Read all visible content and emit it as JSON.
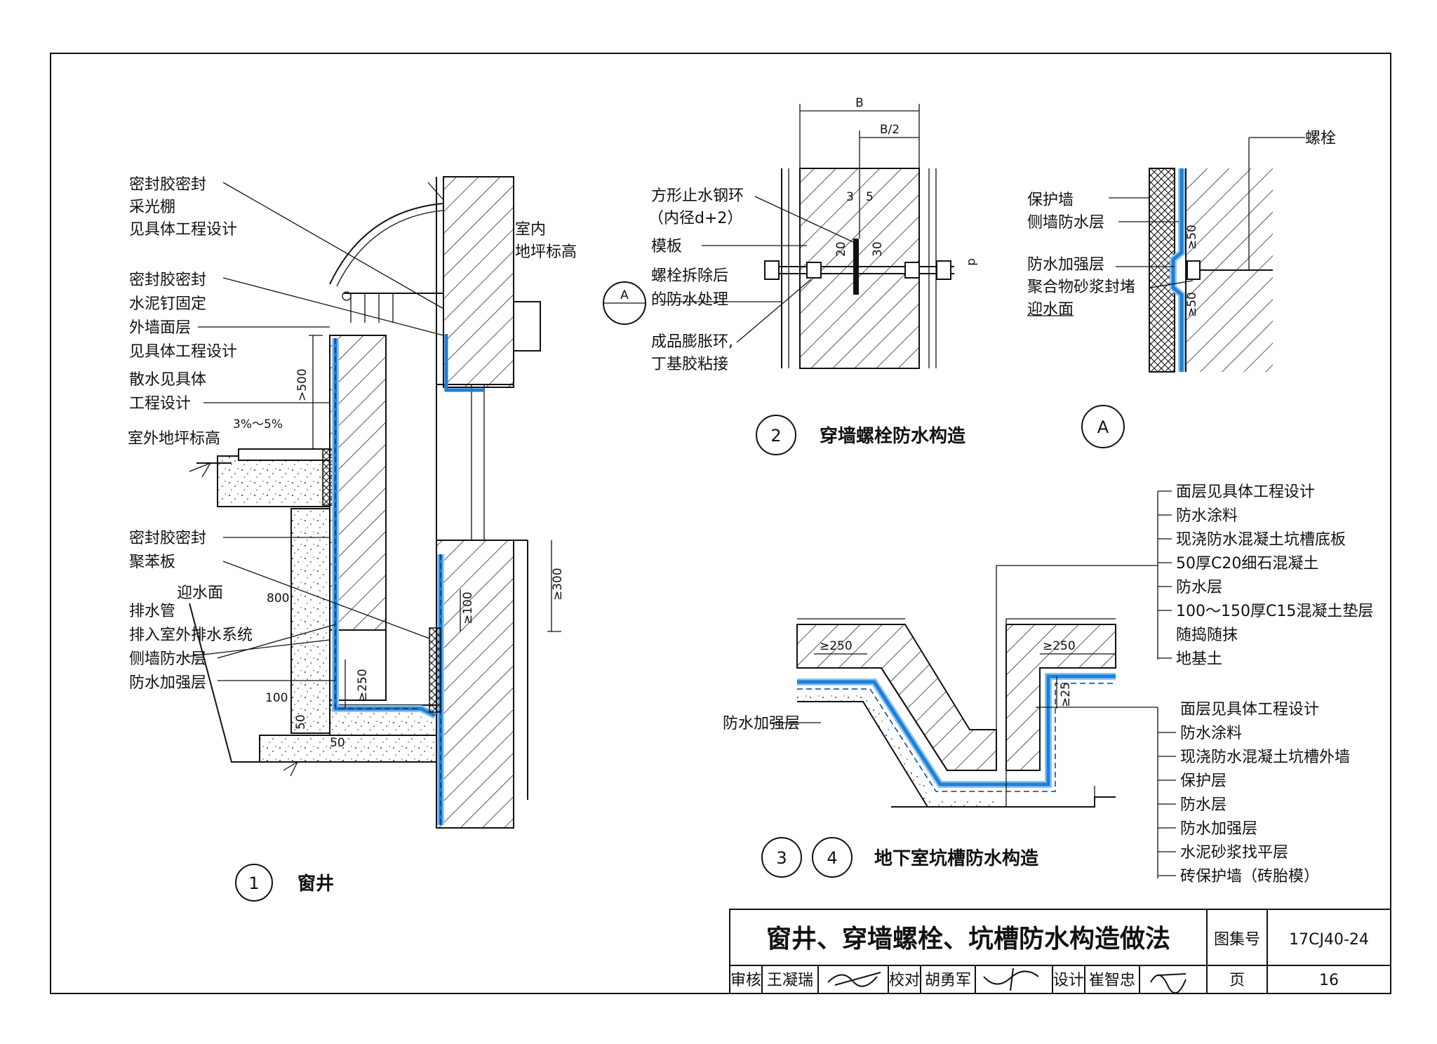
{
  "colors": {
    "waterproof": "#1e7fd8",
    "waterproof_light": "#8cc6f0",
    "line": "#111111"
  },
  "detail1": {
    "number": "1",
    "caption": "窗井",
    "labels_left": [
      "密封胶密封",
      "采光棚",
      "见具体工程设计",
      "密封胶密封",
      "水泥钉固定",
      "外墙面层",
      "见具体工程设计",
      "散水见具体",
      "工程设计",
      "室外地坪标高",
      "密封胶密封",
      "聚苯板",
      "迎水面",
      "排水管",
      "排入室外排水系统",
      "侧墙防水层",
      "防水加强层"
    ],
    "label_indoor": [
      "室内",
      "地坪标高"
    ],
    "slope": "3%～5%",
    "dims": [
      ">500",
      "≥300",
      "≥100",
      "800",
      "100",
      "50",
      "50",
      "≥250"
    ]
  },
  "detail2": {
    "number": "2",
    "caption": "穿墙螺栓防水构造",
    "labels": [
      "方形止水钢环",
      "（内径d+2）",
      "模板",
      "螺栓拆除后",
      "的防水处理",
      "成品膨胀环,",
      "丁基胶粘接"
    ],
    "callout": "A",
    "dims": [
      "B",
      "B/2",
      "3",
      "5",
      "20",
      "30",
      "d"
    ]
  },
  "detailA": {
    "callout": "A",
    "labels": [
      "螺栓",
      "保护墙",
      "侧墙防水层",
      "防水加强层",
      "聚合物砂浆封堵",
      "迎水面"
    ],
    "dims": [
      "≥50",
      "≥50"
    ]
  },
  "detail34": {
    "numbers": [
      "3",
      "4"
    ],
    "caption": "地下室坑槽防水构造",
    "labels_top": [
      "面层见具体工程设计",
      "防水涂料",
      "现浇防水混凝土坑槽底板",
      "50厚C20细石混凝土",
      "防水层",
      "100～150厚C15混凝土垫层",
      "随捣随抹",
      "地基土"
    ],
    "labels_bottom": [
      "面层见具体工程设计",
      "防水涂料",
      "现浇防水混凝土坑槽外墙",
      "保护层",
      "防水层",
      "防水加强层",
      "水泥砂浆找平层",
      "砖保护墙（砖胎模）"
    ],
    "label_left": "防水加强层",
    "dims": [
      "≥250",
      "≥250",
      "≥25"
    ]
  },
  "title_block": {
    "title": "窗井、穿墙螺栓、坑槽防水构造做法",
    "atlas_label": "图集号",
    "atlas_no": "17CJ40-24",
    "review_label": "审核",
    "reviewer": "王凝瑞",
    "check_label": "校对",
    "checker": "胡勇军",
    "design_label": "设计",
    "designer": "崔智忠",
    "page_label": "页",
    "page_no": "16"
  }
}
